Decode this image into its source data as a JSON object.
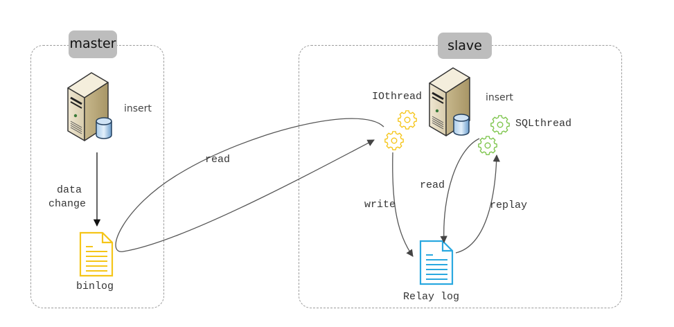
{
  "master": {
    "title": "master",
    "server_label": "insert",
    "arrow_label_line1": "data",
    "arrow_label_line2": "change",
    "log_label": "binlog"
  },
  "slave": {
    "title": "slave",
    "server_label": "insert",
    "io_thread_label": "IOthread",
    "sql_thread_label": "SQLthread",
    "write_label": "write",
    "read_label": "read",
    "replay_label": "replay",
    "log_label": "Relay log"
  },
  "cross": {
    "read_label": "read"
  },
  "colors": {
    "binlog": "#f5c518",
    "relay_log": "#29a8e0",
    "io_gear": "#f5c518",
    "sql_gear": "#7cc44a",
    "tag_bg": "#bdbdbd",
    "arrow": "#555555"
  }
}
